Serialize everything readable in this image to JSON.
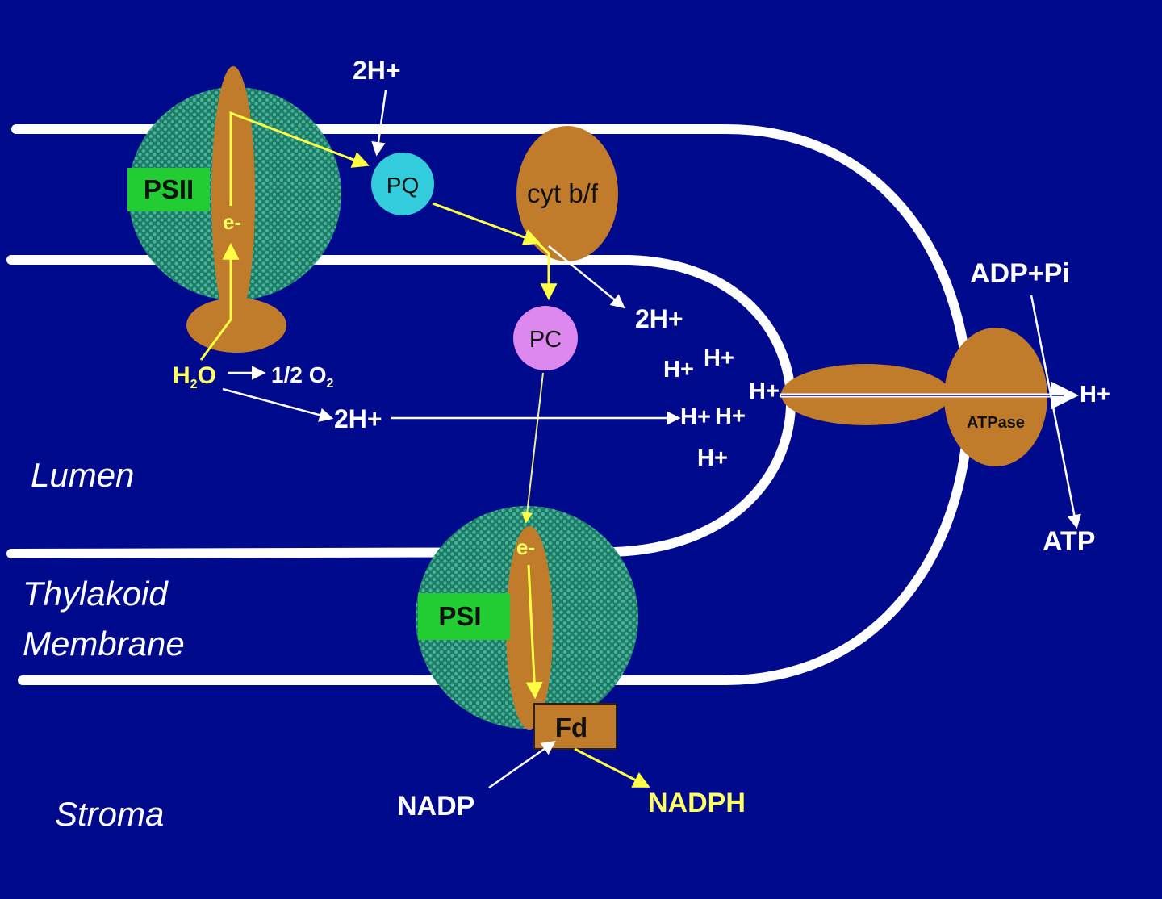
{
  "colors": {
    "background": "#000a8c",
    "protein": "#c07c2a",
    "membrane": "#ffffff",
    "electron_path": "#ffff44",
    "proton_path": "#ffffff",
    "photosystem_label": "#22cc33",
    "pq": "#33ccdd",
    "pc": "#dd88ee",
    "photosystem_body": "#2b8f78"
  },
  "regions": {
    "lumen": "Lumen",
    "membrane_line1": "Thylakoid",
    "membrane_line2": "Membrane",
    "stroma": "Stroma"
  },
  "complexes": {
    "psii": "PSII",
    "psi": "PSI",
    "pq": "PQ",
    "pc": "PC",
    "cyt": "cyt b/f",
    "fd": "Fd",
    "atpase": "ATPase"
  },
  "electron": "e-",
  "water": {
    "h": "H",
    "sub": "2",
    "o": "O"
  },
  "oxygen": {
    "prefix": "1/2 O",
    "sub": "2"
  },
  "protons": {
    "pair": "2H+",
    "single": "H+"
  },
  "molecules": {
    "adp": "ADP+Pi",
    "atp": "ATP",
    "nadp": "NADP",
    "nadph": "NADPH"
  }
}
